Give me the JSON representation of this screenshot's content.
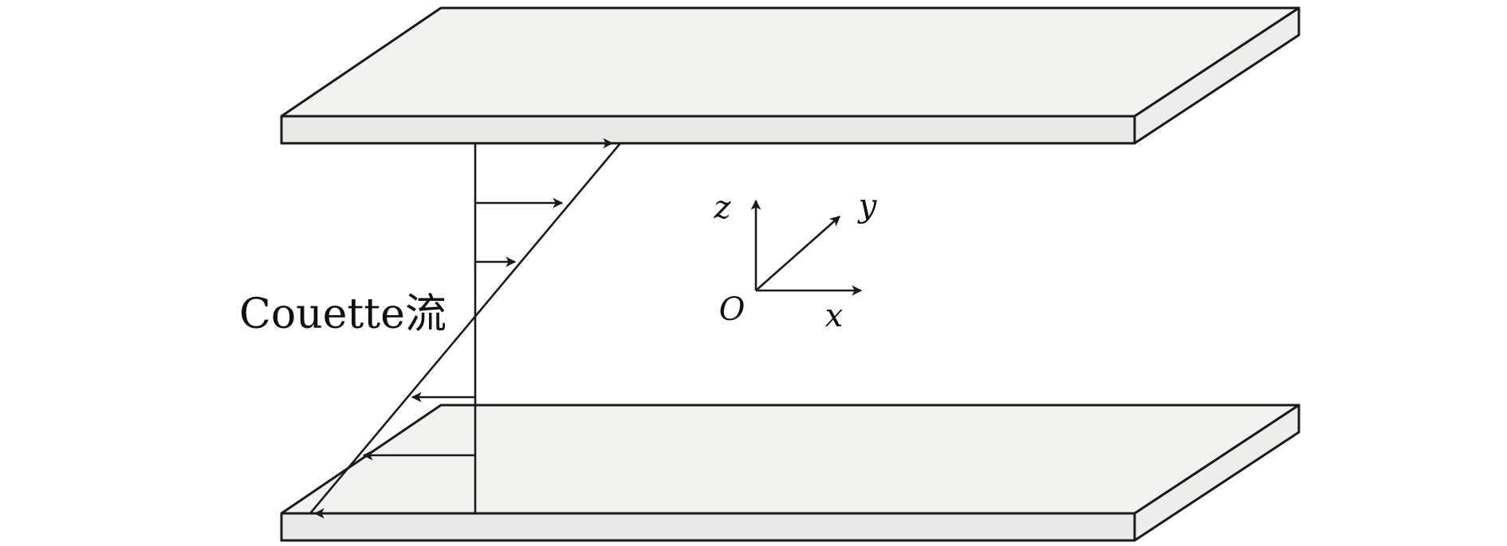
{
  "diagram": {
    "flow_label": "Couette流",
    "axis_labels": {
      "z": "z",
      "y": "y",
      "x": "x",
      "origin": "O"
    },
    "colors": {
      "line": "#1a1a1a",
      "plate_top_fill": "#f2f2f0",
      "plate_front_fill": "#e9e9e7",
      "plate_side_fill": "#ededeb",
      "background": "#ffffff"
    }
  }
}
